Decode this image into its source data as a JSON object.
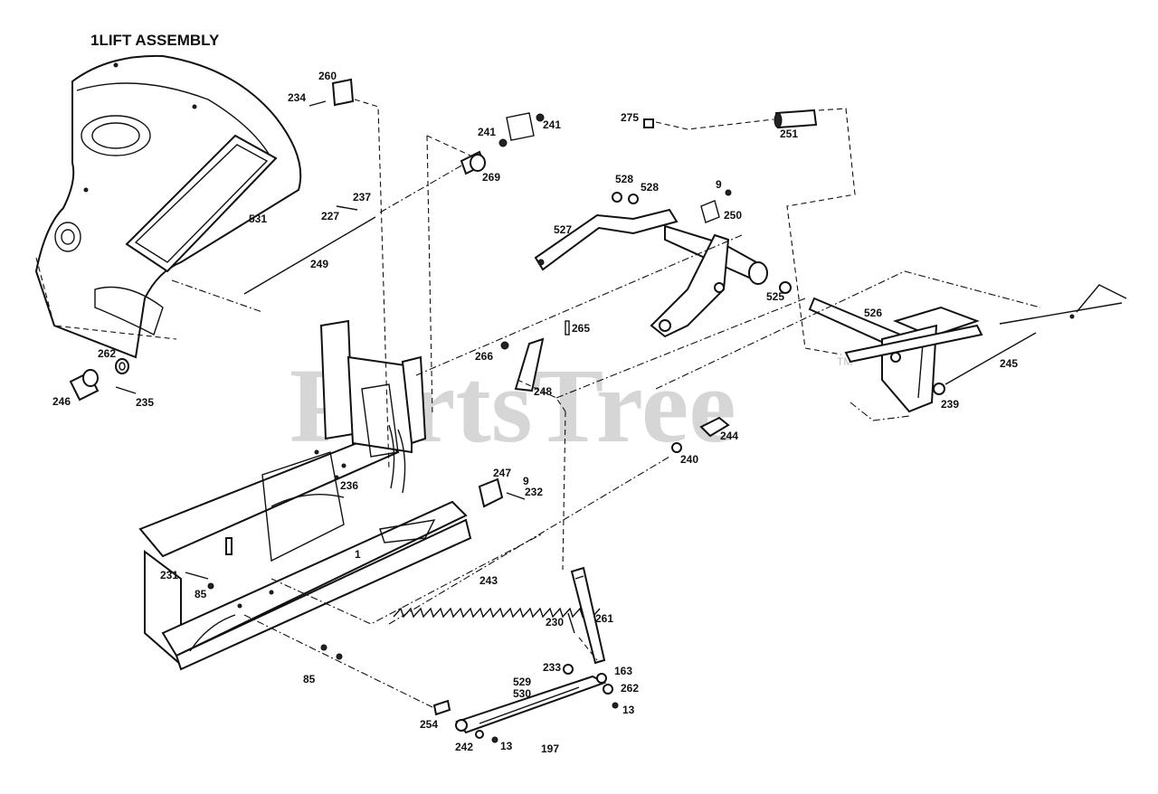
{
  "title": "1LIFT ASSEMBLY",
  "watermark": "PartsTree",
  "trademark": "TM",
  "callouts": [
    {
      "id": "c260",
      "text": "260"
    },
    {
      "id": "c234",
      "text": "234"
    },
    {
      "id": "c241a",
      "text": "241"
    },
    {
      "id": "c241b",
      "text": "241"
    },
    {
      "id": "c269",
      "text": "269"
    },
    {
      "id": "c275",
      "text": "275"
    },
    {
      "id": "c251",
      "text": "251"
    },
    {
      "id": "c528a",
      "text": "528"
    },
    {
      "id": "c528b",
      "text": "528"
    },
    {
      "id": "c9a",
      "text": "9"
    },
    {
      "id": "c250",
      "text": "250"
    },
    {
      "id": "c237",
      "text": "237"
    },
    {
      "id": "c227",
      "text": "227"
    },
    {
      "id": "c531",
      "text": "531"
    },
    {
      "id": "c527",
      "text": "527"
    },
    {
      "id": "c249",
      "text": "249"
    },
    {
      "id": "c525",
      "text": "525"
    },
    {
      "id": "c526",
      "text": "526"
    },
    {
      "id": "c265",
      "text": "265"
    },
    {
      "id": "c266",
      "text": "266"
    },
    {
      "id": "c248",
      "text": "248"
    },
    {
      "id": "c262a",
      "text": "262"
    },
    {
      "id": "c246",
      "text": "246"
    },
    {
      "id": "c235",
      "text": "235"
    },
    {
      "id": "c245",
      "text": "245"
    },
    {
      "id": "c239",
      "text": "239"
    },
    {
      "id": "c244",
      "text": "244"
    },
    {
      "id": "c240",
      "text": "240"
    },
    {
      "id": "c236",
      "text": "236"
    },
    {
      "id": "c247",
      "text": "247"
    },
    {
      "id": "c9b",
      "text": "9"
    },
    {
      "id": "c232",
      "text": "232"
    },
    {
      "id": "c1",
      "text": "1"
    },
    {
      "id": "c243",
      "text": "243"
    },
    {
      "id": "c231",
      "text": "231"
    },
    {
      "id": "c85a",
      "text": "85"
    },
    {
      "id": "c230",
      "text": "230"
    },
    {
      "id": "c261",
      "text": "261"
    },
    {
      "id": "c85b",
      "text": "85"
    },
    {
      "id": "c233",
      "text": "233"
    },
    {
      "id": "c163",
      "text": "163"
    },
    {
      "id": "c529",
      "text": "529"
    },
    {
      "id": "c530",
      "text": "530"
    },
    {
      "id": "c262b",
      "text": "262"
    },
    {
      "id": "c13a",
      "text": "13"
    },
    {
      "id": "c254",
      "text": "254"
    },
    {
      "id": "c242",
      "text": "242"
    },
    {
      "id": "c13b",
      "text": "13"
    },
    {
      "id": "c197",
      "text": "197"
    }
  ]
}
